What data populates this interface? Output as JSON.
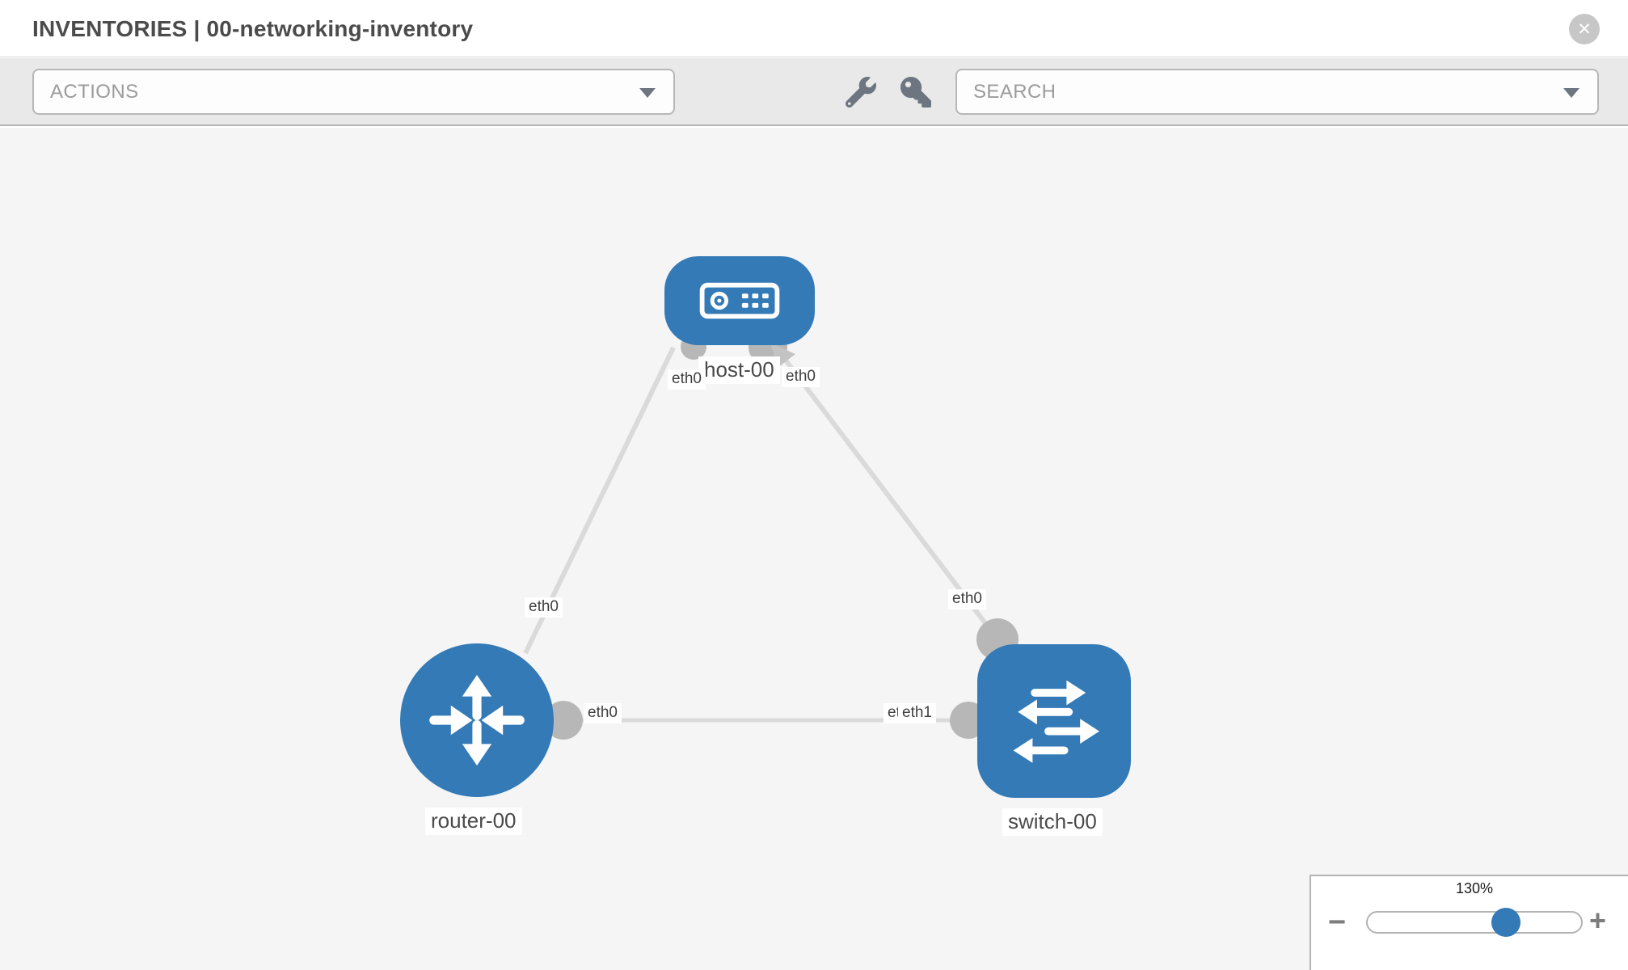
{
  "header": {
    "title": "INVENTORIES | 00-networking-inventory",
    "close_glyph": "✕"
  },
  "toolbar": {
    "actions_label": "ACTIONS",
    "search_label": "SEARCH"
  },
  "diagram": {
    "nodes": {
      "host": {
        "label": "host-00",
        "type": "host"
      },
      "router": {
        "label": "router-00",
        "type": "router"
      },
      "switch": {
        "label": "switch-00",
        "type": "switch"
      }
    },
    "interfaces": {
      "host_left": "eth0",
      "host_right": "eth0",
      "host_router_mid": "eth0",
      "host_switch_mid": "eth0",
      "rs_router_end": "eth0",
      "rs_switch_end_back": "eth0",
      "rs_switch_end_front": "eth1"
    }
  },
  "zoom_control": {
    "value": "130%",
    "out_glyph": "−",
    "in_glyph": "+"
  },
  "colors": {
    "node_blue": "#337ab7",
    "link_gray": "#dadada",
    "stub_gray": "#b7b7b7",
    "toolbar_bg": "#e9e9e9",
    "canvas_bg": "#f5f5f5",
    "label_text": "#4a4a4a"
  }
}
